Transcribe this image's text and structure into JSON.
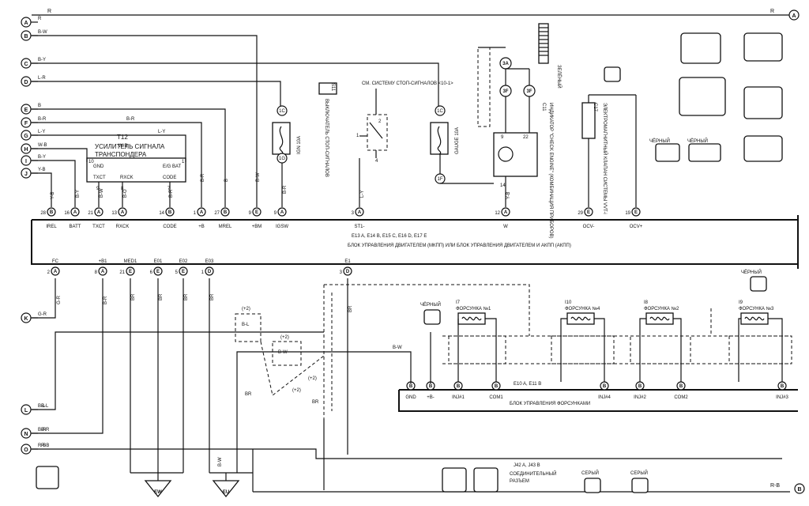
{
  "wire_left_labels": [
    "A",
    "B",
    "C",
    "D",
    "E",
    "F",
    "G",
    "H",
    "I",
    "J",
    "K",
    "L",
    "N",
    "O"
  ],
  "wire_left_colors": [
    "R",
    "B-W",
    "B-Y",
    "L-R",
    "B",
    "B-R",
    "L-Y",
    "W-B",
    "B-Y",
    "Y-B",
    "G-R",
    "B-L",
    "B-R",
    "R-B"
  ],
  "right_labels": {
    "top": "A",
    "bottom": "B",
    "top_color": "R",
    "bottom_color": "R-B"
  },
  "ecu": {
    "title_line": "БЛОК УПРАВЛЕНИЯ ДВИГАТЕЛЕМ (МКПП) ИЛИ БЛОК УПРАВЛЕНИЯ ДВИГАТЕЛЕМ И АКПП (АКПП)",
    "connectors_text": "E13 A, E14 B, E15 C, E16 D, E17 E",
    "top_pins": [
      {
        "num": "28",
        "conn": "B",
        "name": "IREL"
      },
      {
        "num": "16",
        "conn": "A",
        "name": "BATT"
      },
      {
        "num": "21",
        "conn": "A",
        "name": "TXCT"
      },
      {
        "num": "13",
        "conn": "A",
        "name": "RXCK"
      },
      {
        "num": "14",
        "conn": "B",
        "name": "CODE"
      },
      {
        "num": "1",
        "conn": "A",
        "name": "+B"
      },
      {
        "num": "27",
        "conn": "B",
        "name": "MREL"
      },
      {
        "num": "9",
        "conn": "E",
        "name": "+BM"
      },
      {
        "num": "9",
        "conn": "A",
        "name": "IGSW"
      },
      {
        "num": "3",
        "conn": "A",
        "name": "ST1-"
      },
      {
        "num": "12",
        "conn": "A",
        "name": "W"
      },
      {
        "num": "29",
        "conn": "E",
        "name": "OCV-"
      },
      {
        "num": "19",
        "conn": "E",
        "name": "OCV+"
      }
    ],
    "bottom_pins": [
      {
        "num": "2",
        "conn": "A",
        "name": "FC"
      },
      {
        "num": "8",
        "conn": "A",
        "name": "+B1"
      },
      {
        "num": "21",
        "conn": "E",
        "name": "MED1"
      },
      {
        "num": "6",
        "conn": "E",
        "name": "E01"
      },
      {
        "num": "5",
        "conn": "E",
        "name": "E02"
      },
      {
        "num": "1",
        "conn": "D",
        "name": "E03"
      },
      {
        "num": "3",
        "conn": "D",
        "name": "E1"
      }
    ]
  },
  "transponder": {
    "id": "T12",
    "title1": "УСИЛИТЕЛЬ СИГНАЛА",
    "title2": "ТРАНСПОНДЕРА",
    "pins": [
      "GND",
      "E/G BAT",
      "TXCT",
      "RXCK",
      "CODE"
    ],
    "pin_nums": [
      "10",
      "1",
      "9",
      "8",
      "7"
    ]
  },
  "fuses": [
    {
      "name": "IGN 10A",
      "in": "1C",
      "out": "1G"
    },
    {
      "name": "GAUGE 10A",
      "in": "1C",
      "out": "1F"
    }
  ],
  "stop_switch": {
    "id": "S11",
    "color": "ЧЁРНЫЙ",
    "title": "ВЫКЛЮЧАТЕЛЬ СТОП-СИГНАЛОВ",
    "ref": "СМ. СИСТЕМУ СТОП-СИГНАЛОВ <10-1>"
  },
  "check_engine": {
    "id": "C11",
    "title": "ИНДИКАТОР \"CHECK ENGINE\" (КОМБИНАЦИЯ ПРИБОРОВ)",
    "pins": [
      "9",
      "22",
      "14"
    ]
  },
  "vvt": {
    "id": "C17",
    "title": "ЭЛЕКТРОМАГНИТНЫЙ КЛАПАН СИСТЕМЫ VVT-i"
  },
  "injectors": [
    {
      "id": "I7",
      "name": "ФОРСУНКА №1",
      "conn": "INJ#1"
    },
    {
      "id": "I10",
      "name": "ФОРСУНКА №4",
      "conn": "INJ#4"
    },
    {
      "id": "I8",
      "name": "ФОРСУНКА №2",
      "conn": "INJ#2"
    },
    {
      "id": "I9",
      "name": "ФОРСУНКА №3",
      "conn": "INJ#3"
    }
  ],
  "inj_block": {
    "title": "БЛОК УПРАВЛЕНИЯ ФОРСУНКАМИ",
    "conn_text": "E10 A, E11 B",
    "pins": [
      "GND",
      "+B-",
      "INJ#1",
      "COM1",
      "INJ#4",
      "INJ#2",
      "COM2",
      "INJ#3"
    ]
  },
  "grounds": [
    "EW",
    "EU"
  ],
  "junction": {
    "text1": "СОЕДИНИТЕЛЬНЫЙ",
    "text2": "РАЗЪЕМ",
    "conn": "J42 A, J43 B"
  },
  "connector_colors": {
    "black": "ЧЁРНЫЙ",
    "gray": "СЕРЫЙ",
    "green": "ЗЕЛЁНЫЙ"
  },
  "plus2": "(+2)"
}
